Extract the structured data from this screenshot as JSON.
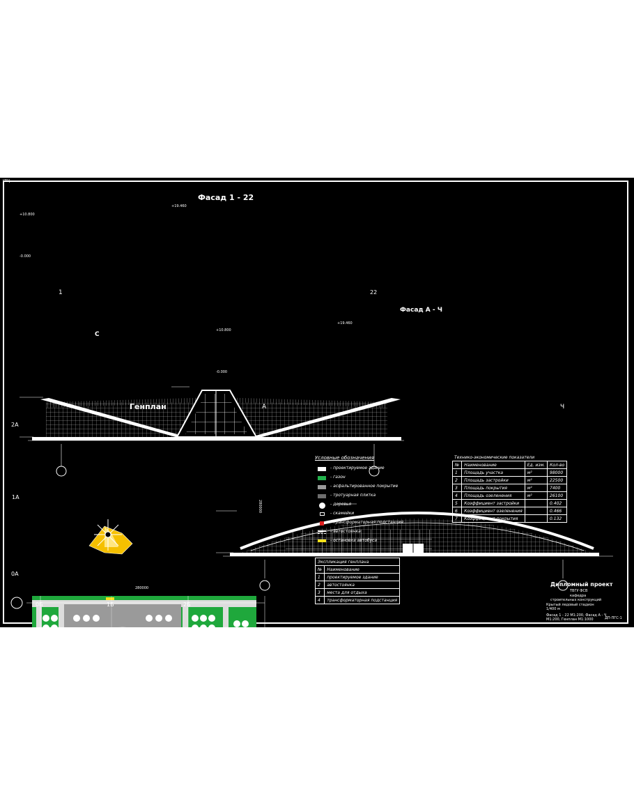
{
  "corner_tag": "[TR]",
  "facade1": {
    "title": "Фасад 1 - 22",
    "axis_left": "1",
    "axis_right": "22",
    "elev_top": "+19.460",
    "elev_left": "+10.800",
    "elev_zero": "-0.000"
  },
  "facade2": {
    "title": "Фасад А - Ч",
    "axis_left": "А",
    "axis_right": "Ч",
    "elev_top": "+19.460",
    "elev_left": "+10.800",
    "elev_zero": "-0.000"
  },
  "compass": {
    "north": "С"
  },
  "genplan": {
    "title": "Генплан",
    "axes_left": [
      "2А",
      "1А",
      "0А"
    ],
    "axes_bottom": [
      "0Б",
      "1Б",
      "2Б"
    ],
    "dim_bottom": "280000",
    "dim_right": "280000"
  },
  "legend": {
    "title": "Условные обозначения",
    "items": [
      {
        "label": "- проектируемое здание",
        "color": "#ffffff"
      },
      {
        "label": "- газон",
        "color": "#22b14c"
      },
      {
        "label": "- асфальтированное покрытие",
        "color": "#9a9a9a"
      },
      {
        "label": "- тротуарная плитка",
        "color": "#6e6e6e"
      },
      {
        "label": "- деревья",
        "color": "#ffffff"
      },
      {
        "label": "- скамейки",
        "color": "#000000"
      },
      {
        "label": "- трансформаторная подстанция",
        "color": "#e02020"
      },
      {
        "label": "- автостоянка",
        "color": "#ffffff"
      },
      {
        "label": "- остановка автобуса",
        "color": "#f5e21b"
      }
    ]
  },
  "tep": {
    "title": "Технико-экономические показатели",
    "headers": [
      "№",
      "Наименование",
      "Ед. изм.",
      "Кол-во"
    ],
    "rows": [
      [
        "1",
        "Площадь участка",
        "м²",
        "98000"
      ],
      [
        "2",
        "Площадь застройки",
        "м²",
        "22500"
      ],
      [
        "3",
        "Площадь покрытия",
        "м²",
        "7400"
      ],
      [
        "4",
        "Площадь озеленения",
        "м²",
        "26100"
      ],
      [
        "5",
        "Коэффициент застройки",
        "",
        "0.402"
      ],
      [
        "6",
        "Коэффициент озеленения",
        "",
        "0.466"
      ],
      [
        "7",
        "Коэффициент покрытия",
        "",
        "0.132"
      ]
    ]
  },
  "explication": {
    "title": "Экспликация генплана",
    "headers": [
      "№",
      "Наименование"
    ],
    "rows": [
      [
        "1",
        "проектируемое здание"
      ],
      [
        "2",
        "автостоянка"
      ],
      [
        "3",
        "места для отдыха"
      ],
      [
        "4",
        "трансформаторная подстанция"
      ]
    ]
  },
  "stamp": {
    "project": "Дипломный проект",
    "line2": "ТВГУ ФСВ",
    "line3": "кафедра",
    "line4": "строительных конструкций",
    "sheet_title": "Крытый ледовый стадион",
    "sheet_sub": "1/400 м",
    "contents1": "Фасад 1 - 22 М1:200, Фасад А - Ч",
    "contents2": "М1:200, Генплан М1:1000",
    "code": "ДП-ПГС-1"
  }
}
